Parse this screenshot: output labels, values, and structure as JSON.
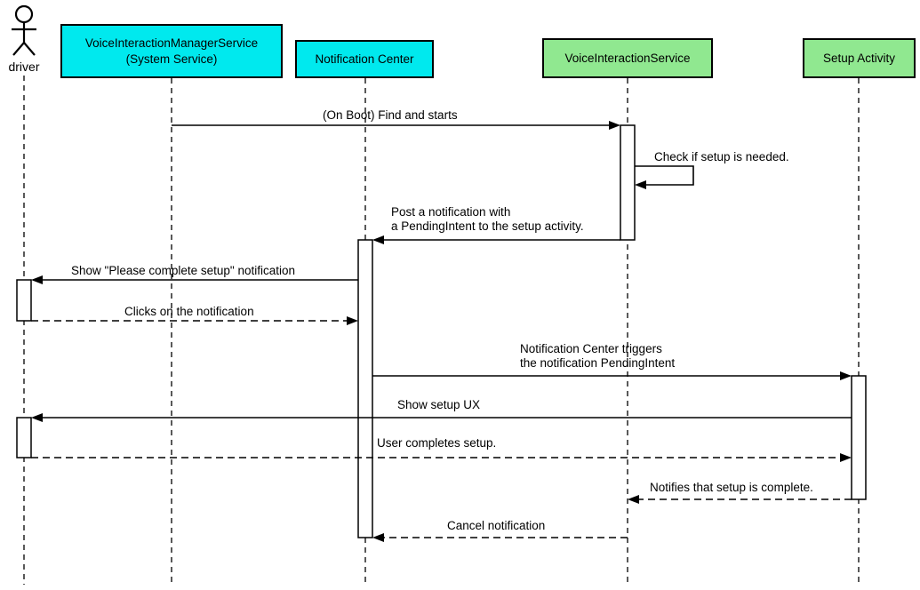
{
  "diagram_type": "uml-sequence",
  "colors": {
    "background": "#ffffff",
    "participant_cyan": "#00e9ee",
    "participant_green": "#90e890",
    "stroke": "#000000",
    "activation_fill": "#ffffff"
  },
  "actor": {
    "name": "driver"
  },
  "participants": [
    {
      "label": "VoiceInteractionManagerService\n(System Service)",
      "fill": "#00e9ee"
    },
    {
      "label": "Notification Center",
      "fill": "#00e9ee"
    },
    {
      "label": "VoiceInteractionService",
      "fill": "#90e890"
    },
    {
      "label": "Setup Activity",
      "fill": "#90e890"
    }
  ],
  "messages": [
    {
      "text": "(On Boot) Find and starts",
      "from": "VoiceInteractionManagerService (System Service)",
      "to": "VoiceInteractionService",
      "line": "solid"
    },
    {
      "text": "Check if setup is needed.",
      "from": "VoiceInteractionService",
      "to": "VoiceInteractionService",
      "line": "solid",
      "self_message": true
    },
    {
      "text": "Post a notification with\na PendingIntent to the setup activity.",
      "from": "VoiceInteractionService",
      "to": "Notification Center",
      "line": "solid"
    },
    {
      "text": "Show \"Please complete setup\" notification",
      "from": "Notification Center",
      "to": "driver",
      "line": "solid"
    },
    {
      "text": "Clicks on the notification",
      "from": "driver",
      "to": "Notification Center",
      "line": "dashed"
    },
    {
      "text": "Notification Center triggers\nthe notification PendingIntent",
      "from": "Notification Center",
      "to": "Setup Activity",
      "line": "solid"
    },
    {
      "text": "Show setup UX",
      "from": "Setup Activity",
      "to": "driver",
      "line": "solid"
    },
    {
      "text": "User completes setup.",
      "from": "driver",
      "to": "Setup Activity",
      "line": "dashed"
    },
    {
      "text": "Notifies that setup is complete.",
      "from": "Setup Activity",
      "to": "VoiceInteractionService",
      "line": "dashed"
    },
    {
      "text": "Cancel notification",
      "from": "VoiceInteractionService",
      "to": "Notification Center",
      "line": "dashed"
    }
  ]
}
